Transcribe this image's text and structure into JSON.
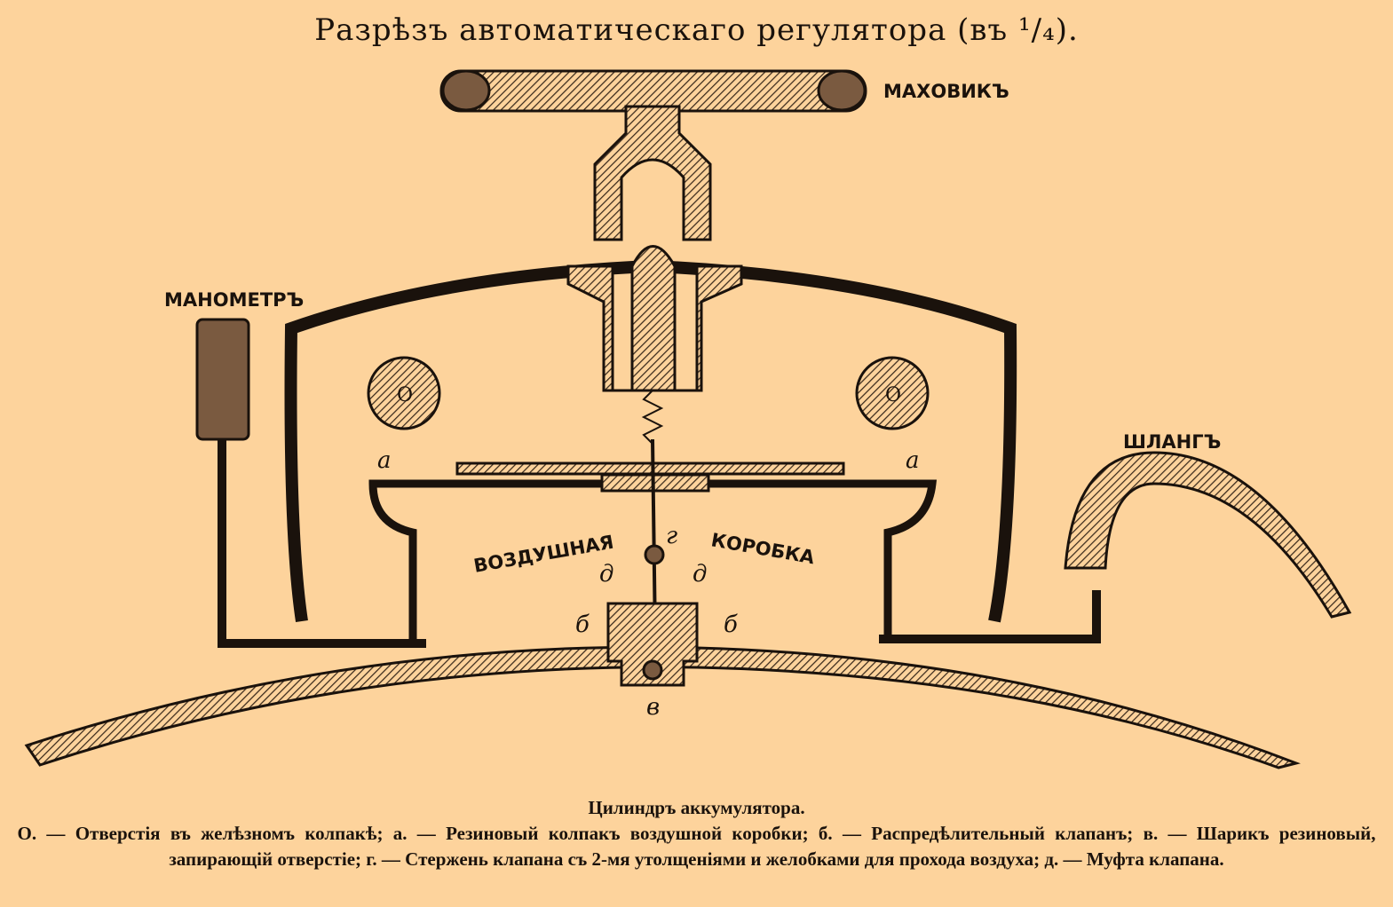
{
  "title": "Разрѣзъ автоматическаго регулятора (въ ¹/₄).",
  "labels": {
    "handwheel": "МАХОВИКЪ",
    "manometer": "МАНОМЕТРЪ",
    "hose": "ШЛАНГЪ",
    "air": "ВОЗДУШНАЯ",
    "box": "КОРОБКА",
    "o_left": "О",
    "o_right": "О",
    "a_left": "а",
    "a_right": "а",
    "g": "г",
    "d_left": "д",
    "d_right": "д",
    "b_left": "б",
    "b_right": "б",
    "v": "в"
  },
  "caption": {
    "heading": "Цилиндръ аккумулятора.",
    "legend": "О. — Отверстія въ желѣзномъ колпакѣ; а. — Резиновый колпакъ воздушной коробки; б. — Распредѣлительный клапанъ; в. — Шарикъ резиновый, запирающій отверстіе; г. — Стержень клапана съ 2-мя утолщеніями и желобками для прохода воздуха; д. — Муфта клапана."
  }
}
